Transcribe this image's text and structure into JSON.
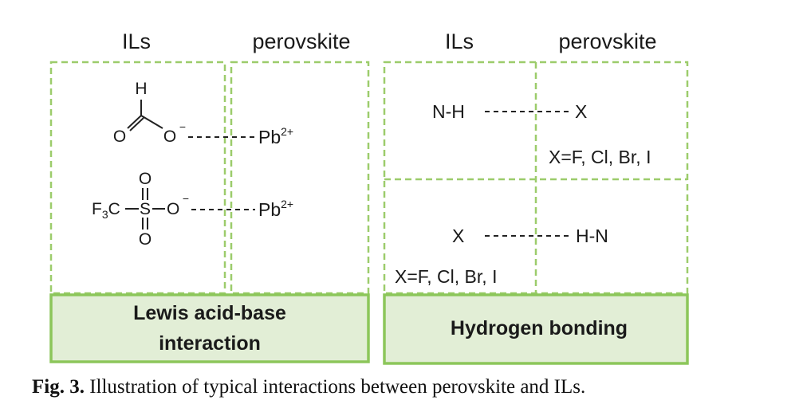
{
  "headers": {
    "left_ils": "ILs",
    "left_perovskite": "perovskite",
    "right_ils": "ILs",
    "right_perovskite": "perovskite"
  },
  "lewis": {
    "formate": {
      "h": "H",
      "o_double": "O",
      "o_minus": "O",
      "charge": "−"
    },
    "triflate": {
      "f3c": "F",
      "f3_sub": "3",
      "c": "C",
      "s": "S",
      "o_top": "O",
      "o_bottom": "O",
      "o_minus": "O",
      "charge": "−"
    },
    "pb1": {
      "symbol": "Pb",
      "charge": "2+"
    },
    "pb2": {
      "symbol": "Pb",
      "charge": "2+"
    },
    "label_line1": "Lewis acid-base",
    "label_line2": "interaction"
  },
  "hbond": {
    "top_left": "N-H",
    "top_right": "X",
    "top_note": "X=F, Cl, Br, I",
    "bottom_left": "X",
    "bottom_right": "H-N",
    "bottom_note": "X=F, Cl, Br, I",
    "label": "Hydrogen bonding"
  },
  "caption": {
    "label": "Fig. 3.",
    "text": " Illustration of typical interactions between perovskite and ILs."
  },
  "colors": {
    "dash_green": "#9ccc6b",
    "box_fill": "#e2eed6",
    "box_border": "#8cc65a"
  }
}
